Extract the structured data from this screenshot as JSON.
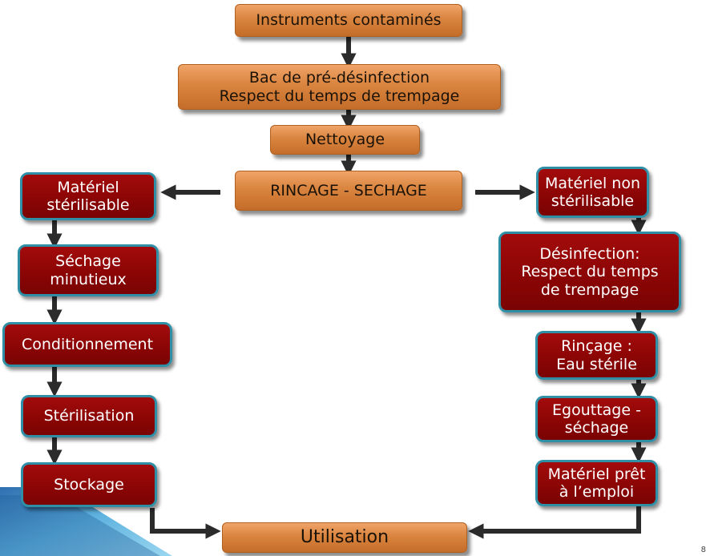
{
  "top_chain": {
    "instruments": "Instruments contaminés",
    "bac": "Bac de pré-désinfection\nRespect du temps de trempage",
    "nettoyage": "Nettoyage",
    "rincage_sechage": "RINCAGE - SECHAGE"
  },
  "left_branch": {
    "sterilisable": "Matériel\nstérilisable",
    "sechage": "Séchage\nminutieux",
    "conditionnement": "Conditionnement",
    "sterilisation": "Stérilisation",
    "stockage": "Stockage"
  },
  "right_branch": {
    "non_sterilisable": "Matériel non\nstérilisable",
    "desinfection": "Désinfection:\nRespect du temps\nde trempage",
    "rincage": "Rinçage :\nEau stérile",
    "egouttage": "Egouttage -\nséchage",
    "pret": "Matériel prêt\nà l’emploi"
  },
  "bottom": {
    "utilisation": "Utilisation"
  },
  "colors": {
    "orange_box": "#d9843f",
    "red_box": "#8a0505",
    "box_border": "#2f8fa6",
    "arrow": "#2b2b2b"
  }
}
